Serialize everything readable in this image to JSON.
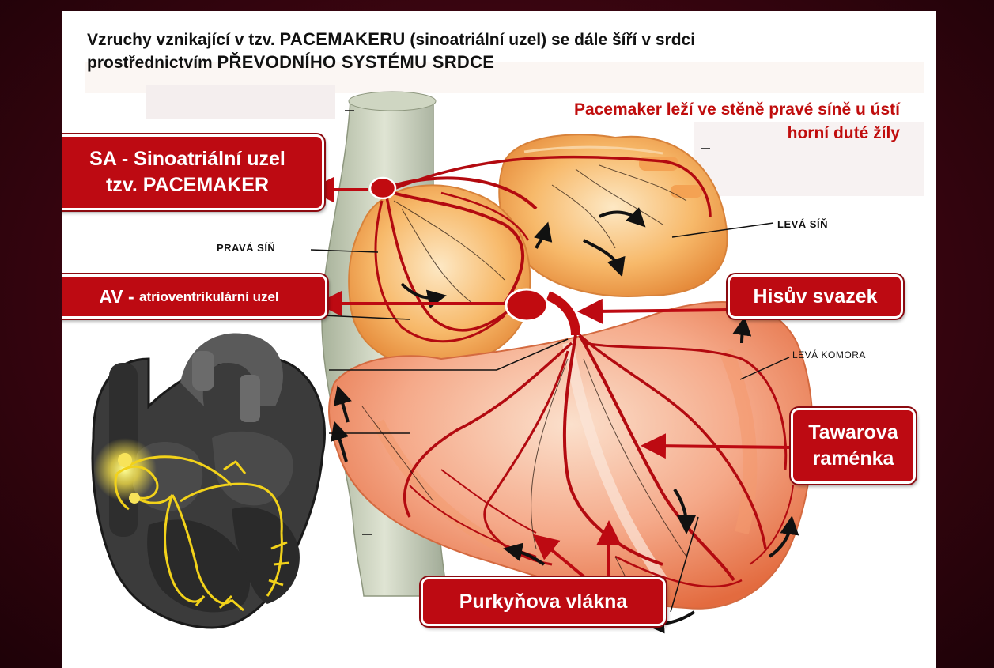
{
  "title": {
    "part1": "Vzruchy vznikající v tzv. ",
    "pacemaker": "PACEMAKERU",
    "part2": " (sinoatriální uzel) se dále šíří v srdci",
    "part3": "prostřednictvím ",
    "system": "PŘEVODNÍHO SYSTÉMU SRDCE"
  },
  "note": {
    "line1": "Pacemaker leží ve stěně pravé síně u ústí",
    "line2": "horní duté žíly"
  },
  "callouts": {
    "sa_line1": "SA - Sinoatriální uzel",
    "sa_line2": "tzv. PACEMAKER",
    "av_prefix": "AV - ",
    "av_rest": "atrioventrikulární uzel",
    "his": "Hisův svazek",
    "tawara_line1": "Tawarova",
    "tawara_line2": "raménka",
    "purkinje": "Purkyňova vlákna"
  },
  "labels": {
    "right_atrium": "PRAVÁ SÍŇ",
    "left_atrium": "LEVÁ SÍŇ",
    "left_ventricle": "LEVÁ KOMORA"
  },
  "colors": {
    "callout_red": "#bd0a12",
    "note_red": "#c00d0d",
    "pathway_yellow": "#f2d21a"
  }
}
